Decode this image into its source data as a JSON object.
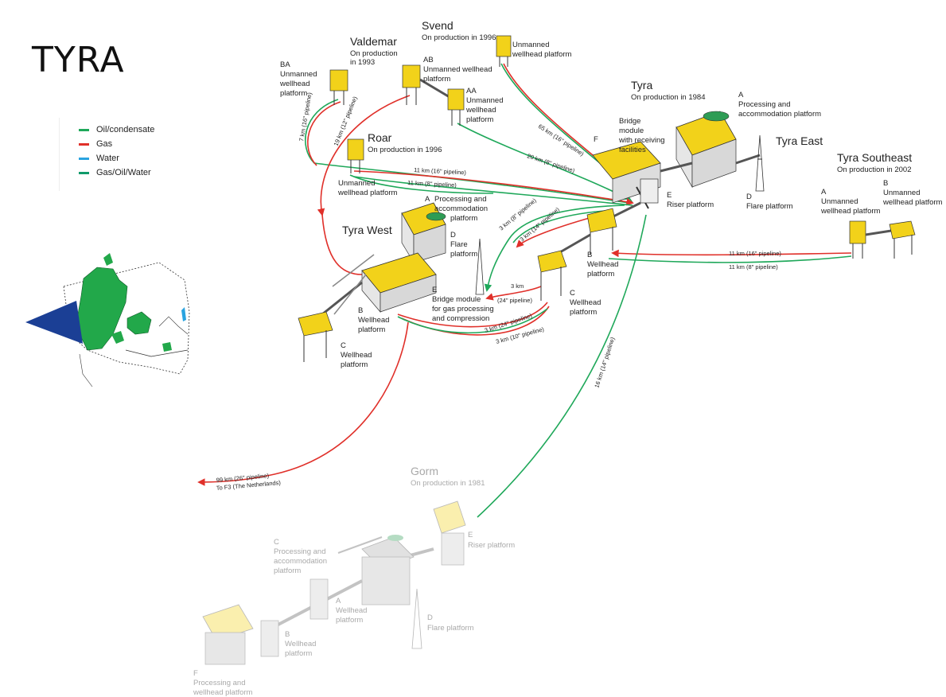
{
  "title": "TYRA",
  "legend": [
    {
      "label": "Oil/condensate",
      "color": "#1fa85a"
    },
    {
      "label": "Gas",
      "color": "#e0302a"
    },
    {
      "label": "Water",
      "color": "#2aa3e0"
    },
    {
      "label": "Gas/Oil/Water",
      "color": "#0f9a6a"
    }
  ],
  "colors": {
    "oil": "#1fa85a",
    "gas": "#e0302a",
    "water": "#2aa3e0",
    "mixed": "#0f9a6a",
    "deck": "#f2d21a",
    "map_land": "#22a84a",
    "map_flag": "#1b3f95"
  },
  "fields": {
    "valdemar": {
      "name": "Valdemar",
      "status": [
        "On production",
        "in 1993"
      ]
    },
    "svend": {
      "name": "Svend",
      "status": "On production in 1996"
    },
    "roar": {
      "name": "Roar",
      "status": "On production in 1996"
    },
    "tyra": {
      "name": "Tyra",
      "status": "On production in 1984"
    },
    "tyra_east": {
      "name": "Tyra East"
    },
    "tyra_west": {
      "name": "Tyra West"
    },
    "tyra_southeast": {
      "name": "Tyra Southeast",
      "status": "On production in 2002"
    },
    "gorm": {
      "name": "Gorm",
      "status": "On production in 1981"
    }
  },
  "platforms": {
    "valdemar_ba": [
      "BA",
      "Unmanned",
      "wellhead",
      "platform"
    ],
    "valdemar_ab": [
      "AB",
      "Unmanned wellhead",
      "platform"
    ],
    "valdemar_aa": [
      "AA",
      "Unmanned",
      "wellhead",
      "platform"
    ],
    "svend": [
      "Unmanned",
      "wellhead platform"
    ],
    "roar": [
      "Unmanned",
      "wellhead platform"
    ],
    "tyra_a": [
      "A",
      "Processing and",
      "accommodation platform"
    ],
    "tyra_bridge": [
      "Bridge",
      "module",
      "with receiving",
      "facilities"
    ],
    "tyra_f": [
      "F"
    ],
    "tyra_e": [
      "E",
      "Riser platform"
    ],
    "tyra_d": [
      "D",
      "Flare platform"
    ],
    "tyra_b": [
      "B",
      "Wellhead",
      "platform"
    ],
    "tyra_c": [
      "C",
      "Wellhead",
      "platform"
    ],
    "tw_a": [
      "A",
      "Processing and",
      "accommodation",
      "platform"
    ],
    "tw_d": [
      "D",
      "Flare",
      "platform"
    ],
    "tw_e": [
      "E",
      "Bridge module",
      "for gas processing",
      "and compression"
    ],
    "tw_b": [
      "B",
      "Wellhead",
      "platform"
    ],
    "tw_c": [
      "C",
      "Wellhead",
      "platform"
    ],
    "tse_a": [
      "A",
      "Unmanned",
      "wellhead platform"
    ],
    "tse_b": [
      "B",
      "Unmanned",
      "wellhead platform"
    ],
    "gorm_e": [
      "E",
      "Riser platform"
    ],
    "gorm_c": [
      "C",
      "Processing and",
      "accommodation",
      "platform"
    ],
    "gorm_a": [
      "A",
      "Wellhead",
      "platform"
    ],
    "gorm_d": [
      "D",
      "Flare platform"
    ],
    "gorm_b": [
      "B",
      "Wellhead",
      "platform"
    ],
    "gorm_f": [
      "F",
      "Processing and",
      "wellhead platform"
    ]
  },
  "pipelines": {
    "p_ba": "7 km (16\" pipeline)",
    "p_ab": "19 km (12\" pipeline)",
    "p_svend": "65 km (16\" pipeline)",
    "p_aa": "20 km (8\" pipeline)",
    "p_roar16": "11 km (16\" pipeline)",
    "p_roar8": "11 km (8\" pipeline)",
    "p_tw8": "3 km (8\" pipeline)",
    "p_tw14": "3 km (14\" pipeline)",
    "p_tc24": "3 km",
    "p_tc24b": "(24\" pipeline)",
    "p_tw24": "3 km (24\" pipeline)",
    "p_tw10": "3 km (10\" pipeline)",
    "p_tse16": "11 km (16\" pipeline)",
    "p_tse8": "11 km (8\" pipeline)",
    "p_gorm": "16 km (14\" pipeline)",
    "p_nl1": "99  km (26\" pipeline)",
    "p_nl2": "To F3 (The Netherlands)"
  }
}
